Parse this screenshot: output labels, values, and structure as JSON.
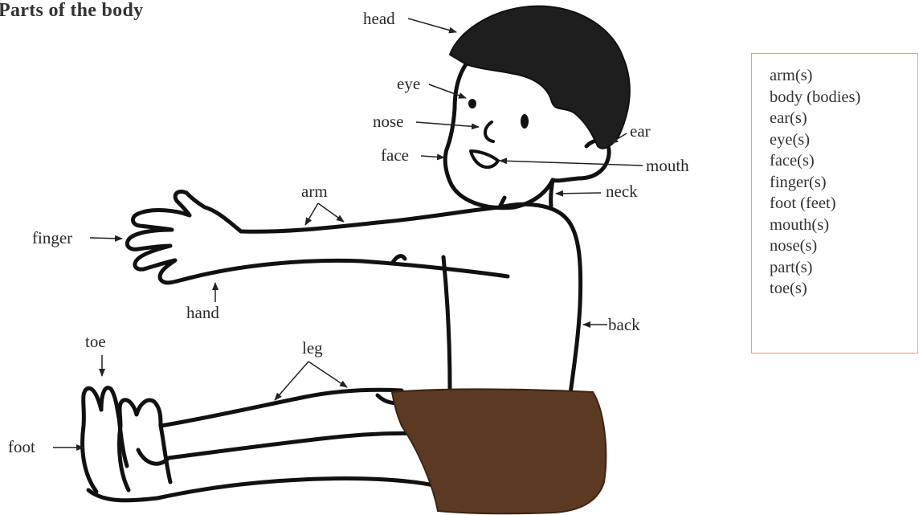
{
  "title": "Parts of the body",
  "labels": {
    "head": "head",
    "eye": "eye",
    "nose": "nose",
    "face": "face",
    "ear": "ear",
    "mouth": "mouth",
    "neck": "neck",
    "arm": "arm",
    "finger": "finger",
    "hand": "hand",
    "back": "back",
    "toe": "toe",
    "leg": "leg",
    "foot": "foot"
  },
  "vocabulary": [
    "arm(s)",
    "body (bodies)",
    "ear(s)",
    "eye(s)",
    "face(s)",
    "finger(s)",
    "foot (feet)",
    "mouth(s)",
    "nose(s)",
    "part(s)",
    "toe(s)"
  ],
  "colors": {
    "hair": "#1e1e1e",
    "shorts": "#5c3a22",
    "outline": "#111111",
    "box_border": "#e2a08f"
  }
}
